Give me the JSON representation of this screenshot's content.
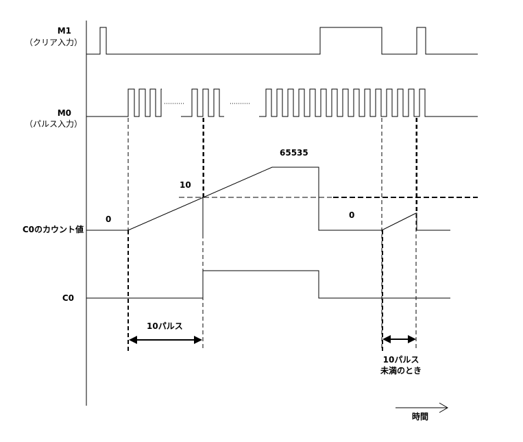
{
  "signals": {
    "m1": {
      "name": "M1",
      "desc": "（クリア入力）"
    },
    "m0": {
      "name": "M0",
      "desc": "（パルス入力）"
    },
    "count": {
      "name": "C0のカウント値"
    },
    "c0": {
      "name": "C0"
    }
  },
  "values": {
    "max": "65535",
    "setpoint": "10",
    "zero_a": "0",
    "zero_b": "0"
  },
  "annotations": {
    "ten_pulses": "10パルス",
    "under_ten_line1": "10パルス",
    "under_ten_line2": "未満のとき",
    "time_axis": "時間"
  },
  "colors": {
    "line": "#000000",
    "background": "#ffffff"
  }
}
